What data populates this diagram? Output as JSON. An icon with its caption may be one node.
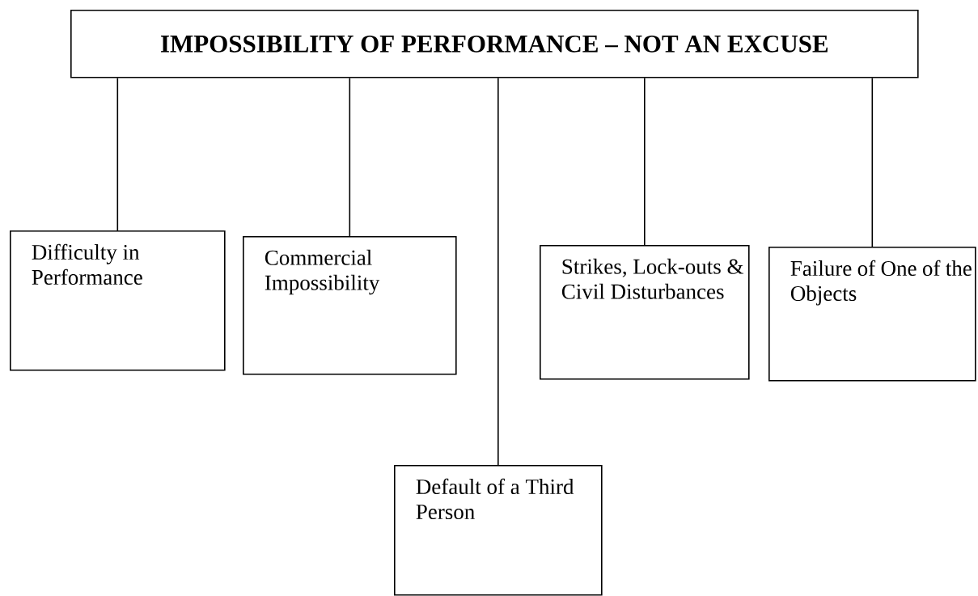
{
  "diagram": {
    "title": "IMPOSSIBILITY OF PERFORMANCE – NOT AN EXCUSE",
    "nodes": [
      {
        "text": [
          "Difficulty in Performance"
        ]
      },
      {
        "text": [
          "Commercial Impossibility"
        ]
      },
      {
        "text": [
          "Default of a Third Person"
        ]
      },
      {
        "text": [
          "Strikes, Lock-outs & Civil Disturbances"
        ]
      },
      {
        "text": [
          "Failure of One of the Objects"
        ]
      }
    ],
    "edges": [
      {
        "from": null,
        "to": 0,
        "arrow": "none"
      },
      {
        "from": null,
        "to": 1,
        "arrow": "none"
      },
      {
        "from": null,
        "to": 2,
        "arrow": "none"
      },
      {
        "from": null,
        "to": 3,
        "arrow": "none"
      },
      {
        "from": null,
        "to": 4,
        "arrow": "none"
      }
    ]
  }
}
